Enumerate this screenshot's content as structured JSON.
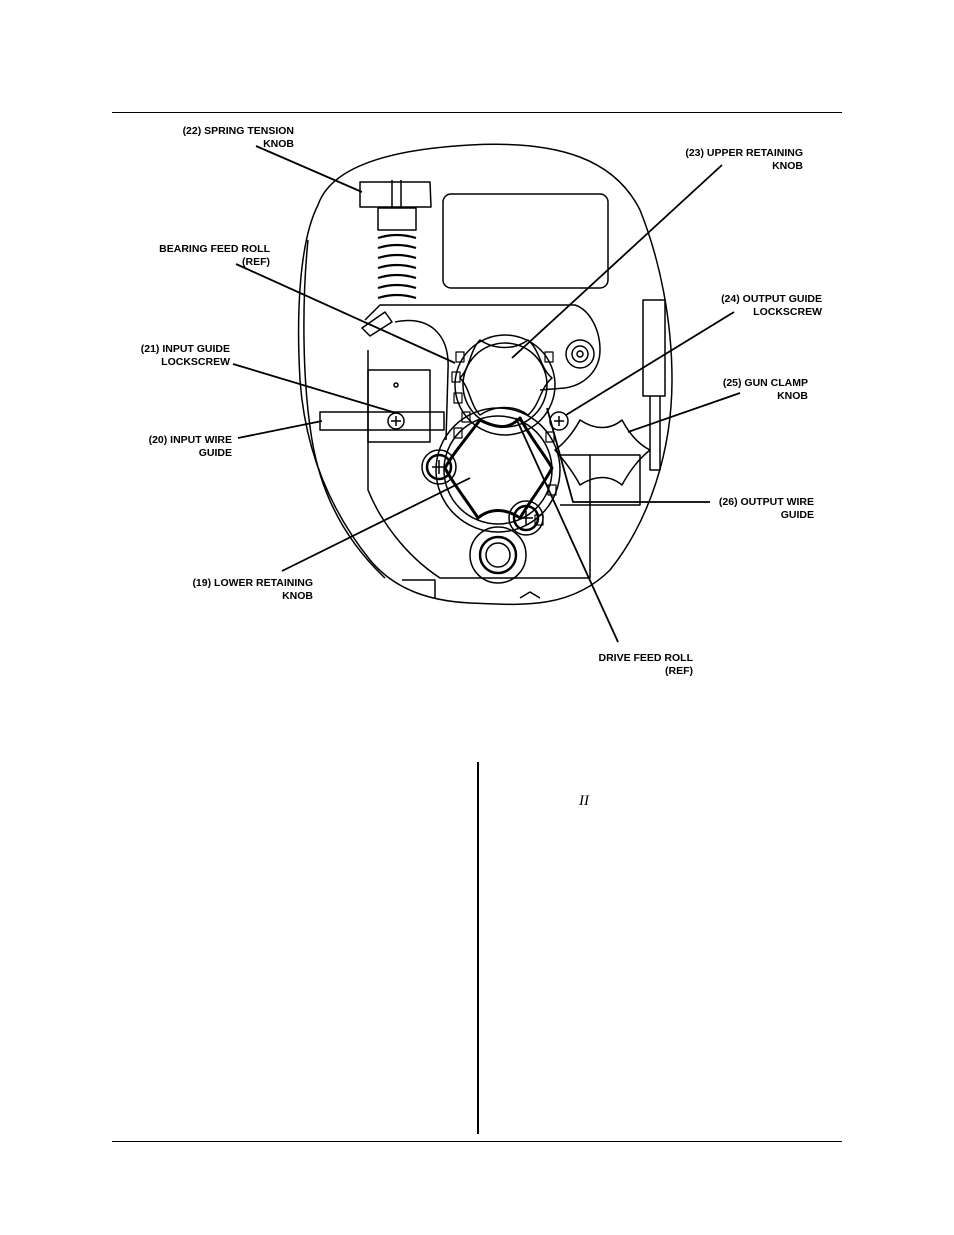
{
  "labels": {
    "spring_tension_knob": "(22) SPRING TENSION\nKNOB",
    "upper_retaining_knob": "(23) UPPER RETAINING\nKNOB",
    "bearing_feed_roll": "BEARING FEED ROLL\n(REF)",
    "output_guide_lockscrew": "(24) OUTPUT GUIDE\nLOCKSCREW",
    "input_guide_lockscrew": "(21) INPUT GUIDE\nLOCKSCREW",
    "gun_clamp_knob": "(25) GUN CLAMP\nKNOB",
    "input_wire_guide": "(20) INPUT WIRE\nGUIDE",
    "output_wire_guide": "(26) OUTPUT WIRE\nGUIDE",
    "lower_retaining_knob": "(19) LOWER RETAINING\nKNOB",
    "drive_feed_roll": "DRIVE FEED ROLL\n(REF)"
  },
  "roman_mark": "II"
}
